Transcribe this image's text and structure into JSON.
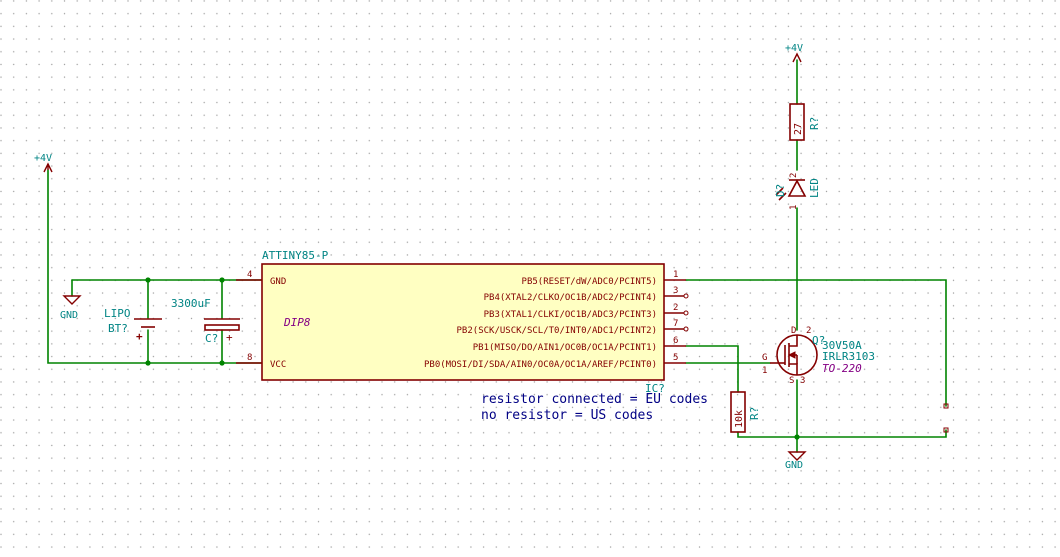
{
  "ic": {
    "value": "ATTINY85-P",
    "ref": "IC?",
    "footprint": "DIP8",
    "left_pins": [
      {
        "num": "4",
        "name": "GND"
      },
      {
        "num": "8",
        "name": "VCC"
      }
    ],
    "right_pins": [
      {
        "num": "1",
        "name": "PB5(RESET/dW/ADC0/PCINT5)"
      },
      {
        "num": "3",
        "name": "PB4(XTAL2/CLKO/OC1B/ADC2/PCINT4)"
      },
      {
        "num": "2",
        "name": "PB3(XTAL1/CLKI/OC1B/ADC3/PCINT3)"
      },
      {
        "num": "7",
        "name": "PB2(SCK/USCK/SCL/T0/INT0/ADC1/PCINT2)"
      },
      {
        "num": "6",
        "name": "PB1(MISO/DO/AIN1/OC0B/OC1A/PCINT1)"
      },
      {
        "num": "5",
        "name": "PB0(MOSI/DI/SDA/AIN0/OC0A/OC1A/AREF/PCINT0)"
      }
    ]
  },
  "power": {
    "vcc_left": "+4V",
    "gnd_left": "GND",
    "vcc_right": "+4V",
    "gnd_right": "GND"
  },
  "battery": {
    "value": "LIPO",
    "ref": "BT?",
    "plus": "+"
  },
  "capacitor": {
    "value": "3300uF",
    "ref": "C?",
    "plus": "+"
  },
  "resistor_led": {
    "value": "27",
    "ref": "R?"
  },
  "resistor_gate": {
    "value": "10k",
    "ref": "R?"
  },
  "led": {
    "ref": "D?",
    "value": "LED",
    "pin1": "1",
    "pin2": "2"
  },
  "mosfet": {
    "ref": "Q?",
    "value": "IRLR3103",
    "rating": "30V50A",
    "footprint": "TO-220",
    "pin_g": "G",
    "pin_s": "S",
    "pin_d": "D",
    "pin1": "1",
    "pin2": "2",
    "pin3": "3"
  },
  "notes": [
    "resistor connected = EU codes",
    "no resistor = US codes"
  ],
  "colors": {
    "wire": "#008400",
    "component": "#840000",
    "ic_body": "#ffffc2",
    "label": "#008484",
    "note": "#000084",
    "footprint": "#840084"
  }
}
